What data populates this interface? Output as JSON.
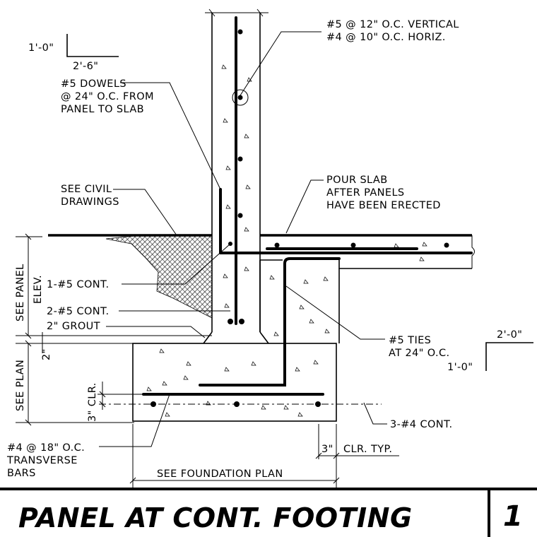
{
  "detail": {
    "title": "PANEL AT CONT. FOOTING",
    "number": "1"
  },
  "slopes": {
    "top_left": {
      "rise": "1'-0\"",
      "run": "2'-6\""
    },
    "right": {
      "rise": "1'-0\"",
      "run": "2'-0\""
    }
  },
  "notes": {
    "wall_rebar_1": "#5 @ 12\" O.C. VERTICAL",
    "wall_rebar_2": "#4 @ 10\" O.C. HORIZ.",
    "dowels_1": "#5 DOWELS",
    "dowels_2": "@ 24\" O.C. FROM",
    "dowels_3": "PANEL TO SLAB",
    "civil_1": "SEE CIVIL",
    "civil_2": "DRAWINGS",
    "pour_1": "POUR SLAB",
    "pour_2": "AFTER PANELS",
    "pour_3": "HAVE BEEN ERECTED",
    "cont_one": "1-#5 CONT.",
    "cont_two": "2-#5 CONT.",
    "grout": "2\" GROUT",
    "ties_1": "#5 TIES",
    "ties_2": "AT 24\" O.C.",
    "bottom_bars": "3-#4 CONT.",
    "transverse_1": "#4 @ 18\" O.C.",
    "transverse_2": "TRANSVERSE",
    "transverse_3": "BARS",
    "clr_dim": "3\"",
    "clr_typ": "CLR. TYP.",
    "foundation": "SEE FOUNDATION PLAN"
  },
  "dims": {
    "see_panel": "SEE PANEL",
    "elev": "ELEV.",
    "see_plan": "SEE PLAN",
    "two_in": "2\"",
    "three_clr": "3\" CLR."
  }
}
